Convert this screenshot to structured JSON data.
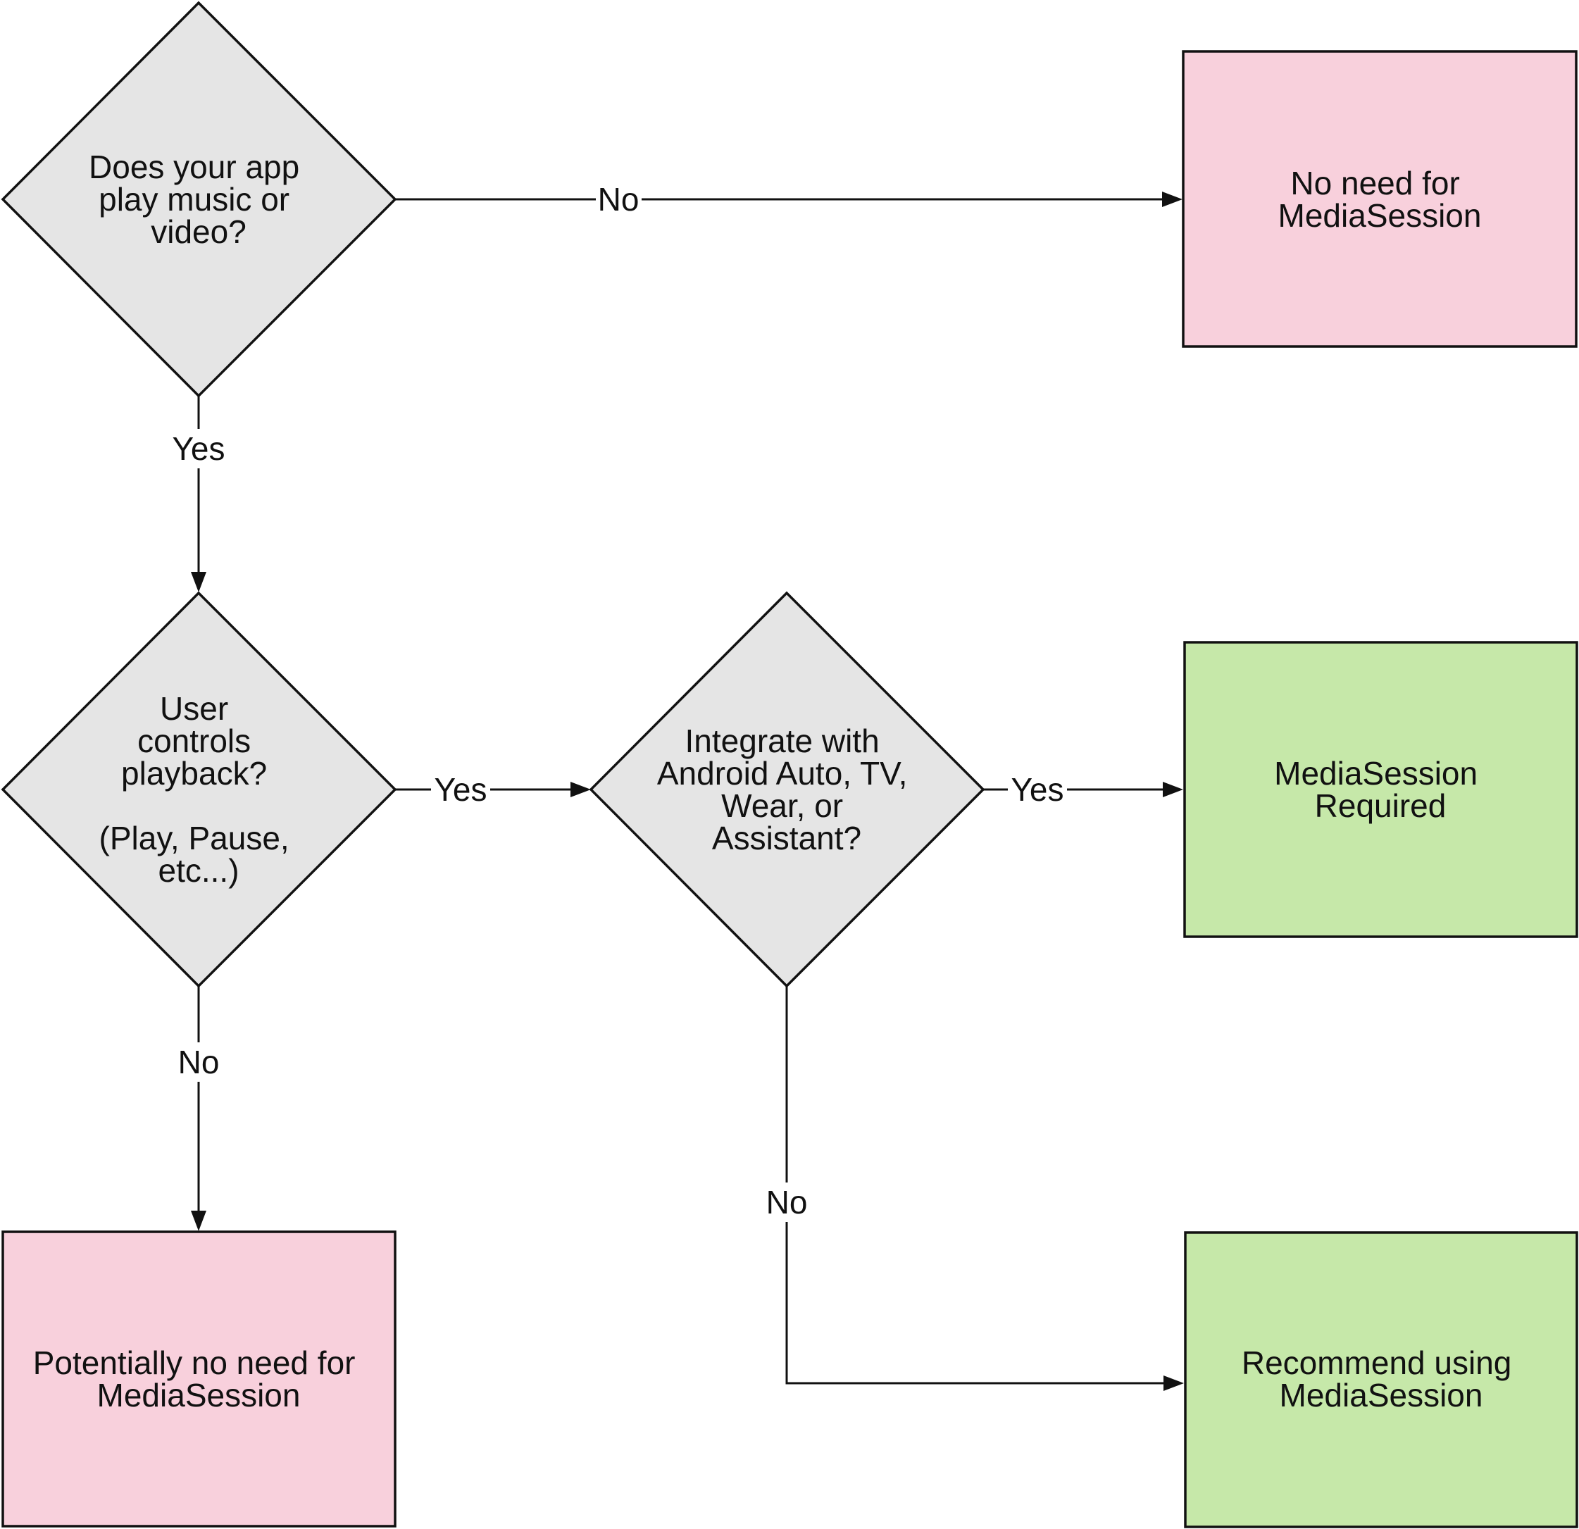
{
  "colors": {
    "decision": "#e5e5e5",
    "negative": "#f8d0dc",
    "positive": "#c6e8a9",
    "line": "#111111"
  },
  "nodes": {
    "q_play_media": {
      "lines": [
        "Does your app",
        "play music or",
        "video?"
      ]
    },
    "q_user_controls": {
      "lines": [
        "User",
        "controls",
        "playback?",
        "",
        "(Play, Pause,",
        "etc...)"
      ]
    },
    "q_integrate": {
      "lines": [
        "Integrate with",
        "Android Auto, TV,",
        "Wear, or",
        "Assistant?"
      ]
    },
    "r_no_need": {
      "lines": [
        "No need for",
        "MediaSession"
      ]
    },
    "r_required": {
      "lines": [
        "MediaSession",
        "Required"
      ]
    },
    "r_potentially_no_need": {
      "lines": [
        "Potentially no need for",
        "MediaSession"
      ]
    },
    "r_recommend": {
      "lines": [
        "Recommend using",
        "MediaSession"
      ]
    }
  },
  "edges": {
    "play_no": "No",
    "play_yes": "Yes",
    "controls_yes": "Yes",
    "controls_no": "No",
    "integrate_yes": "Yes",
    "integrate_no": "No"
  }
}
